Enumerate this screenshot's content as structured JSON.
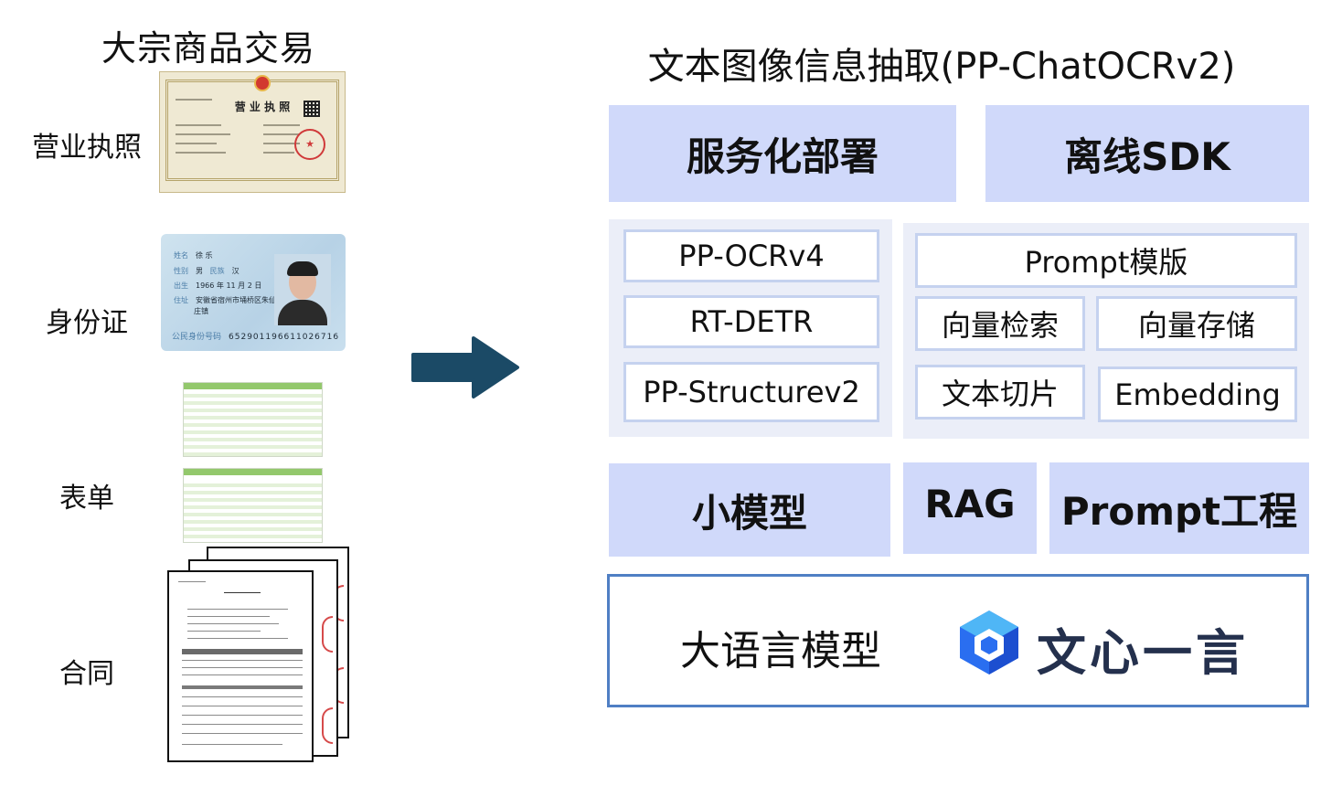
{
  "left": {
    "title": "大宗商品交易",
    "labels": [
      "营业执照",
      "身份证",
      "表单",
      "合同"
    ],
    "license": {
      "heading": "营 业 执 照"
    },
    "idcard": {
      "name_label": "姓名",
      "name": "徐 乐",
      "sex_label": "性别",
      "sex": "男",
      "ethnic_label": "民族",
      "ethnic": "汉",
      "birth_label": "出生",
      "birth": "1966 年 11 月 2 日",
      "addr_label": "住址",
      "addr1": "安徽省宿州市埇桥区朱仙",
      "addr2": "庄镇",
      "num_label": "公民身份号码",
      "num": "652901196611026716"
    }
  },
  "right": {
    "title": "文本图像信息抽取(PP-ChatOCRv2)",
    "top_boxes": [
      "服务化部署",
      "离线SDK"
    ],
    "ocr_panel": [
      "PP-OCRv4",
      "RT-DETR",
      "PP-Structurev2"
    ],
    "rag_panel": {
      "header": "Prompt模版",
      "cells": [
        "向量检索",
        "向量存储",
        "文本切片",
        "Embedding"
      ]
    },
    "mid_boxes": [
      "小模型",
      "RAG",
      "Prompt工程"
    ],
    "llm_label": "大语言模型",
    "brand": "文心一言"
  },
  "colors": {
    "box_fill": "#d0d9fa",
    "panel_fill": "#ebeef8",
    "cell_border": "#c5d2ef",
    "llm_border": "#4f7fc4",
    "arrow": "#1b4a66"
  }
}
